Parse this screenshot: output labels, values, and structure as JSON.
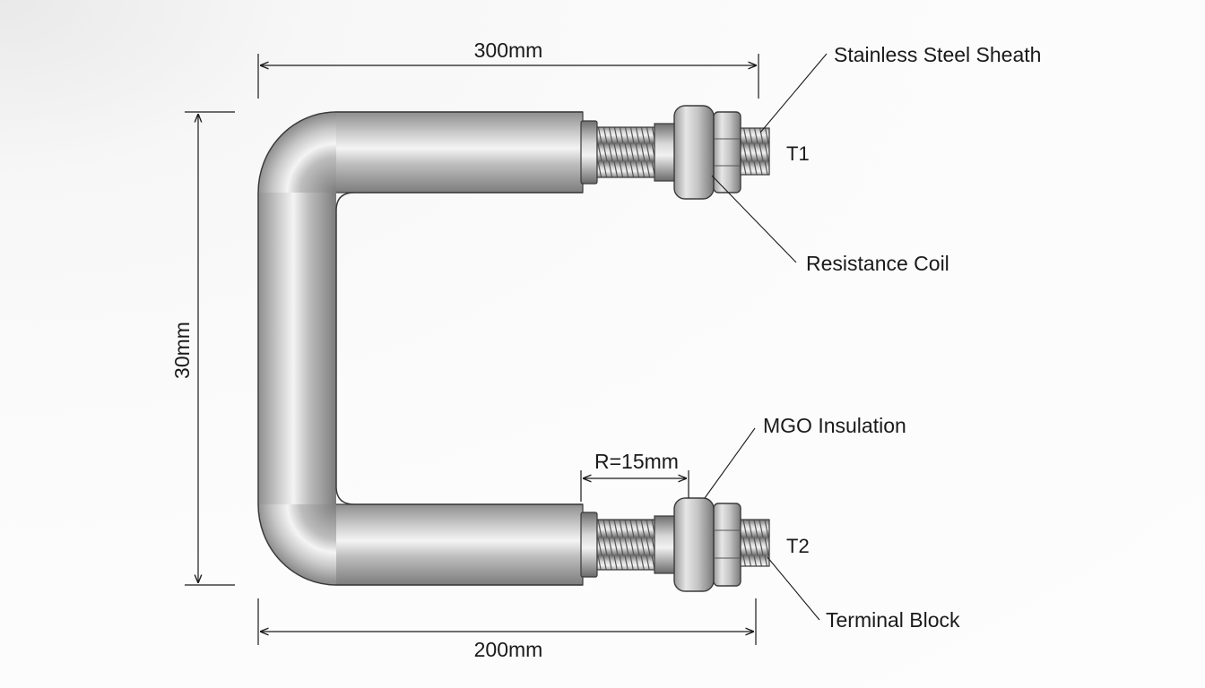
{
  "dimensions": {
    "top_length": "300mm",
    "bottom_length": "200mm",
    "height": "30mm",
    "bend_radius": "R=15mm"
  },
  "callouts": {
    "sheath": "Stainless Steel Sheath",
    "coil": "Resistance Coil",
    "insulation": "MGO Insulation",
    "terminal_block": "Terminal Block"
  },
  "terminals": {
    "top": "T1",
    "bottom": "T2"
  },
  "colors": {
    "line": "#1a1a1a",
    "tube_dark": "#8c8c8c",
    "tube_light": "#f2f2f2",
    "outline": "#3a3a3a"
  }
}
